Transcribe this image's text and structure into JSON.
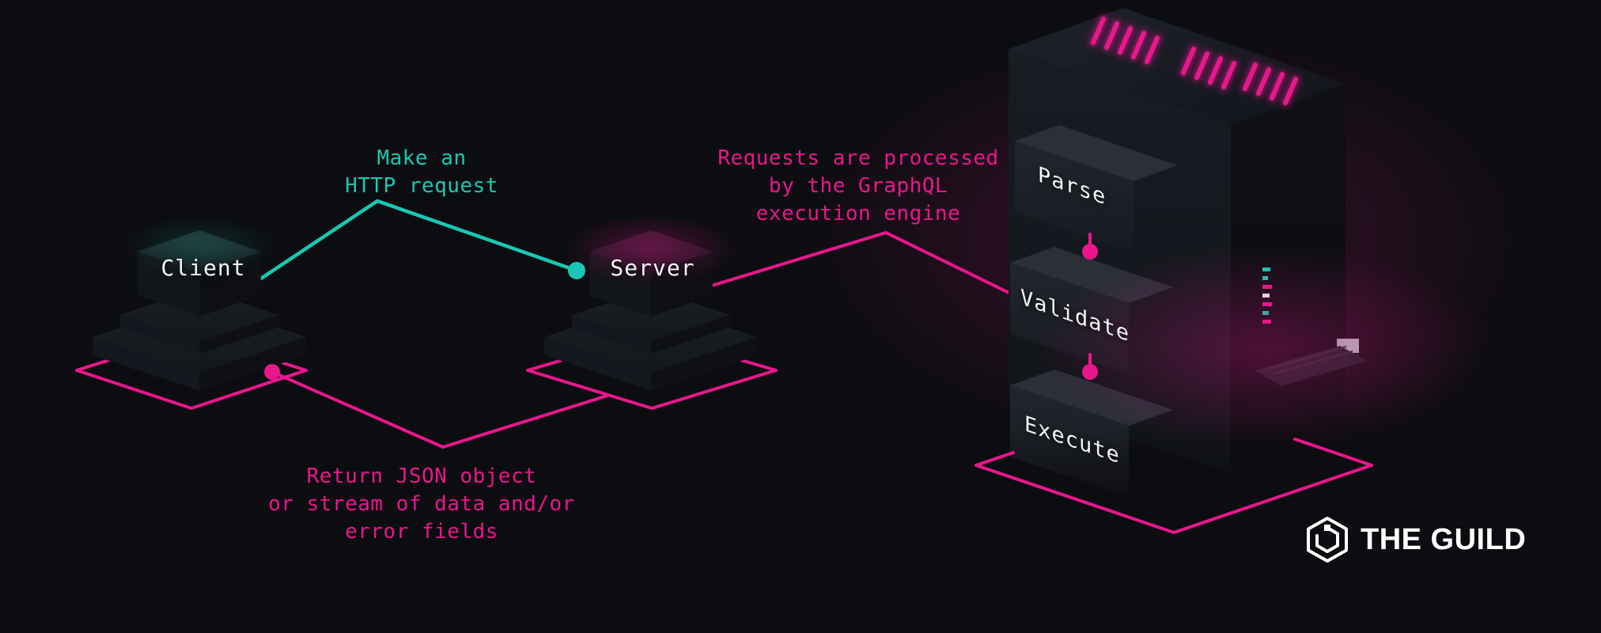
{
  "colors": {
    "background": "#0c0d10",
    "teal": "#19c8b4",
    "pink": "#ea168e",
    "text": "#f4f5f7"
  },
  "nodes": {
    "client": "Client",
    "server": "Server"
  },
  "annotations": {
    "request": "Make an\nHTTP request",
    "engine": "Requests are processed\nby the GraphQL\nexecution engine",
    "response": "Return JSON object\nor stream of data and/or\nerror fields"
  },
  "engine_steps": [
    "Parse",
    "Validate",
    "Execute"
  ],
  "branding": {
    "logo_text": "THE GUILD"
  }
}
